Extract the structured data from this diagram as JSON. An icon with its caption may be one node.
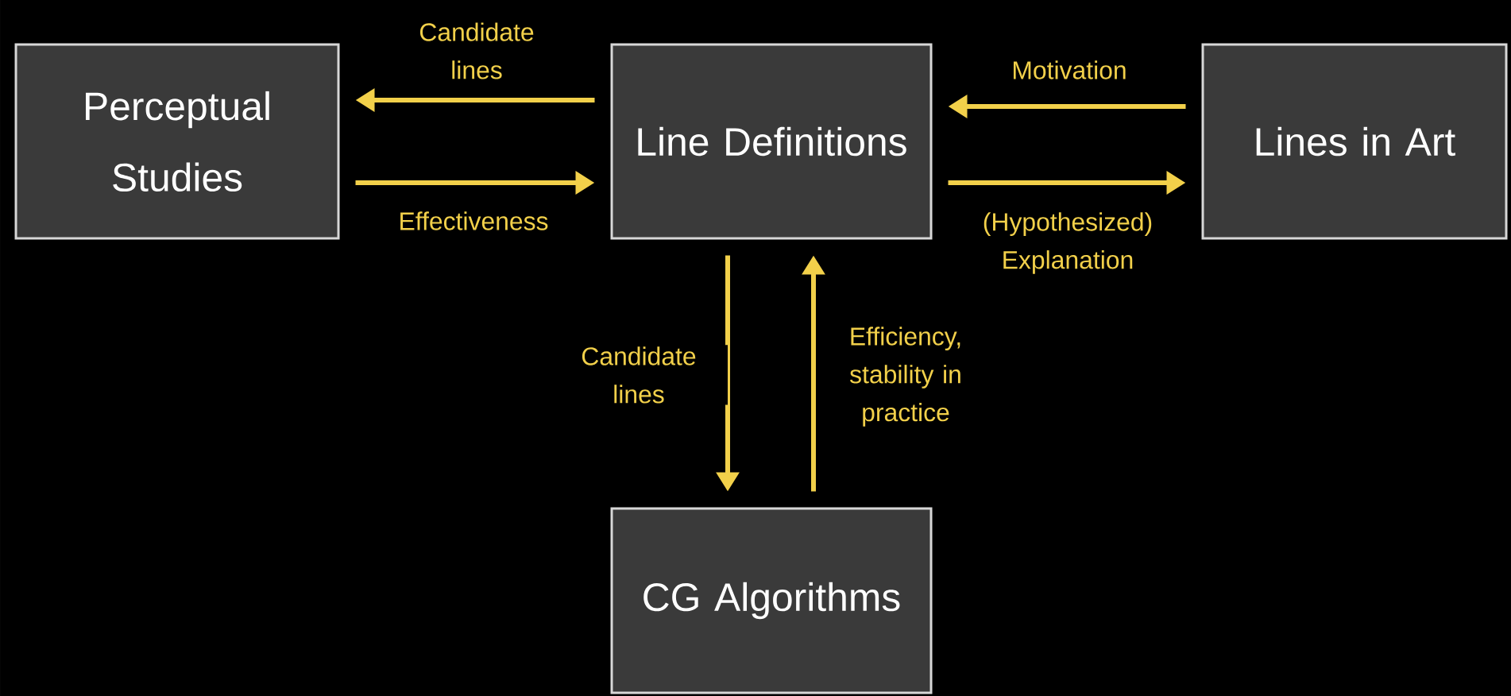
{
  "diagram": {
    "nodes": [
      {
        "text": [
          "Perceptual Studies"
        ]
      },
      {
        "text": [
          "Line Definitions"
        ]
      },
      {
        "text": [
          "Lines in Art"
        ]
      },
      {
        "text": [
          "CG Algorithms"
        ]
      }
    ],
    "edges": [
      {
        "from": 1,
        "to": 0,
        "arrow": "to",
        "label": "Candidate lines"
      },
      {
        "from": 0,
        "to": 1,
        "arrow": "to",
        "label": "Effectiveness"
      },
      {
        "from": 2,
        "to": 1,
        "arrow": "to",
        "label": "Motivation"
      },
      {
        "from": 1,
        "to": 2,
        "arrow": "to",
        "label": "(Hypothesized) Explanation"
      },
      {
        "from": 1,
        "to": 3,
        "arrow": "to",
        "label": "Candidate lines"
      },
      {
        "from": 3,
        "to": 1,
        "arrow": "to",
        "label": "Efficiency, stability in practice"
      }
    ]
  }
}
